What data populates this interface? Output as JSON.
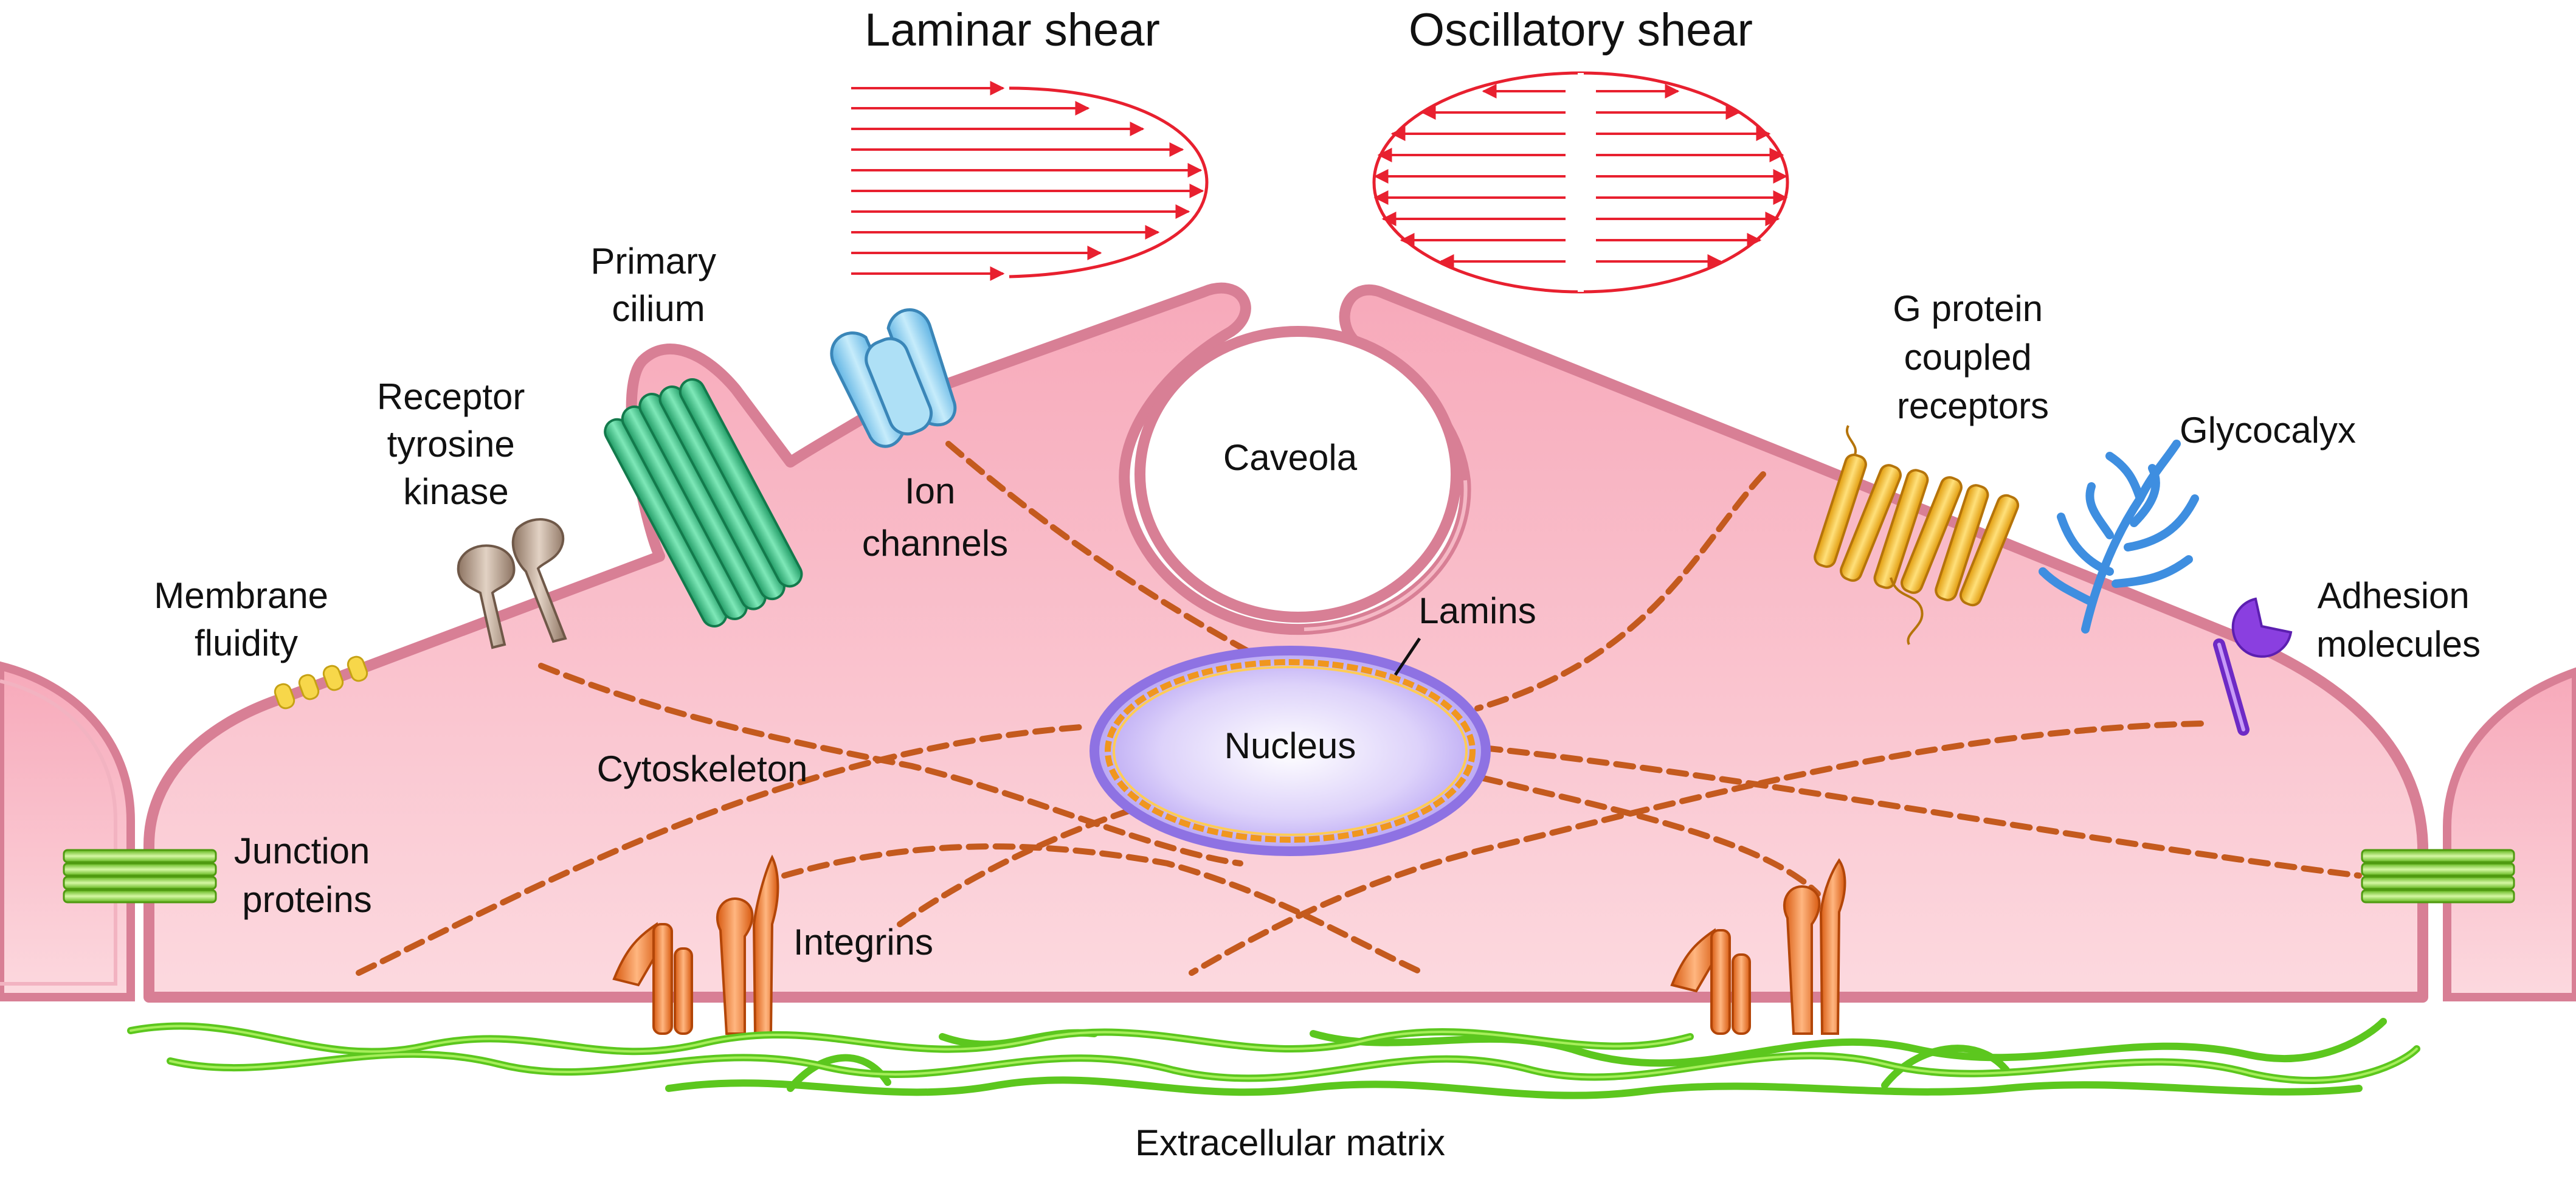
{
  "labels": {
    "laminar_shear": "Laminar shear",
    "oscillatory_shear": "Oscillatory shear",
    "primary_cilium": [
      "Primary",
      "cilium"
    ],
    "receptor_tyrosine_kinase": [
      "Receptor",
      "tyrosine",
      "kinase"
    ],
    "ion_channels": [
      "Ion",
      "channels"
    ],
    "caveola": "Caveola",
    "g_protein_coupled_receptors": [
      "G protein",
      "coupled",
      "receptors"
    ],
    "glycocalyx": "Glycocalyx",
    "membrane_fluidity": [
      "Membrane",
      "fluidity"
    ],
    "lamins": "Lamins",
    "adhesion_molecules": [
      "Adhesion",
      "molecules"
    ],
    "nucleus": "Nucleus",
    "cytoskeleton": "Cytoskeleton",
    "junction_proteins": [
      "Junction",
      "proteins"
    ],
    "integrins": "Integrins",
    "extracellular_matrix": "Extracellular matrix"
  },
  "colors": {
    "cell_fill": "#f9c6d0",
    "cell_membrane": "#d87f95",
    "shear_arrows": "#e8202f",
    "cytoskeleton": "#c45a1e",
    "nucleus": "#c9b8f4",
    "lamins": "#f0961e",
    "ion_channel": "#8fd0ef",
    "cilium": "#3ccb8c",
    "rtk": "#b59a88",
    "gpcr": "#f2b21a",
    "glycocalyx": "#3e8ee0",
    "adhesion_molecule": "#8a3fe0",
    "integrin": "#ee7a24",
    "junction_protein": "#7fd42a",
    "ecm": "#5cc71e"
  }
}
